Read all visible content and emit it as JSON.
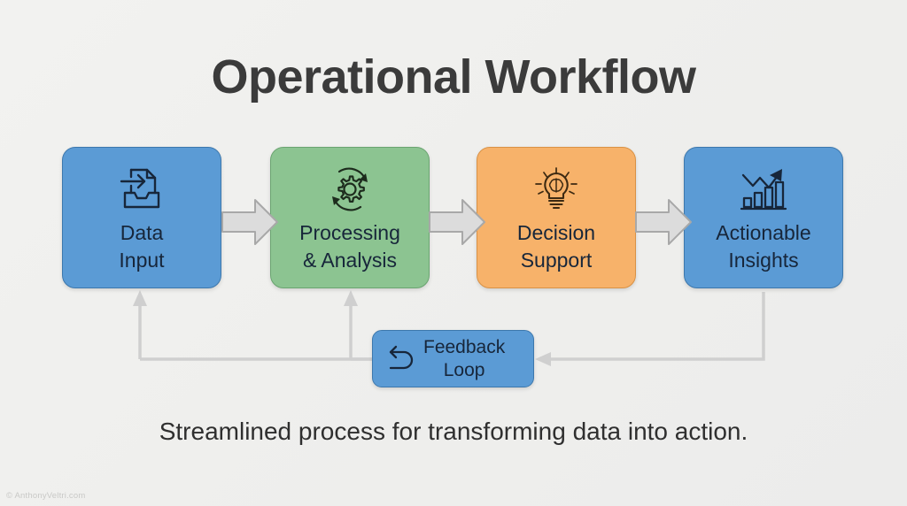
{
  "slide": {
    "title": "Operational Workflow",
    "caption": "Streamlined process for transforming data into action.",
    "watermark": "© AnthonyVeltri.com",
    "background_color": "#f0f0ee"
  },
  "palette": {
    "blue": "#5b9bd5",
    "blue_border": "#3d78ad",
    "green": "#8cc491",
    "green_border": "#6ba471",
    "orange": "#f7b26a",
    "orange_border": "#d99246",
    "text_dark": "#17263a",
    "title_gray": "#3b3b3b",
    "arrow_fill": "#d9d9d9",
    "arrow_stroke": "#a6a6a6",
    "connector_gray": "#cfcfcf"
  },
  "stages": [
    {
      "id": "data-input",
      "label": "Data\nInput",
      "icon": "document-import-icon",
      "color": "#5b9bd5"
    },
    {
      "id": "processing-analysis",
      "label": "Processing\n& Analysis",
      "icon": "gear-refresh-icon",
      "color": "#8cc491"
    },
    {
      "id": "decision-support",
      "label": "Decision\nSupport",
      "icon": "lightbulb-brain-icon",
      "color": "#f7b26a"
    },
    {
      "id": "actionable-insights",
      "label": "Actionable\nInsights",
      "icon": "bar-chart-trend-icon",
      "color": "#5b9bd5"
    }
  ],
  "connector_arrows": [
    {
      "id": "arrow-data-to-processing",
      "direction": "right"
    },
    {
      "id": "arrow-processing-to-decision",
      "direction": "right"
    },
    {
      "id": "arrow-decision-to-insights",
      "direction": "right"
    }
  ],
  "feedback": {
    "label": "Feedback\nLoop",
    "icon": "return-loop-icon",
    "color": "#5b9bd5",
    "targets": [
      "data-input",
      "processing-analysis"
    ],
    "source": "actionable-insights"
  }
}
